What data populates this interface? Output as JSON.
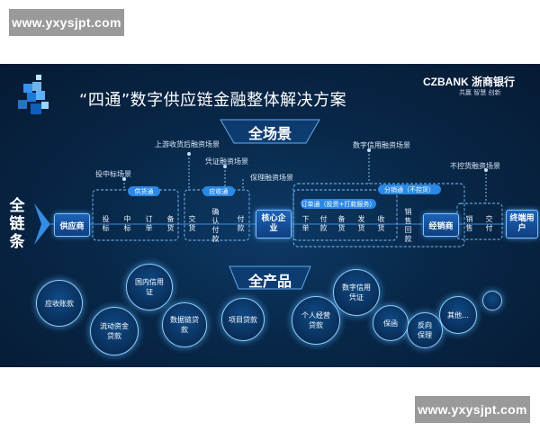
{
  "watermark": {
    "top": "www.yxysjpt.com",
    "bottom": "www.yxysjpt.com"
  },
  "slide": {
    "title": "“四通”数字供应链金融整体解决方案",
    "brand": {
      "name": "CZBANK 浙商银行",
      "slogan": "共赢  智慧  创新"
    },
    "all_scenes": "全场景",
    "all_products": "全产品",
    "full_chain": [
      "全",
      "链",
      "条"
    ],
    "scene_labels": {
      "upstream": "上游收货后融资场景",
      "voucher": "凭证融资场景",
      "bidding": "投中标场景",
      "factoring": "保理融资场景",
      "digital_credit": "数字信用融资场景",
      "no_control": "不控货融资场景"
    },
    "pills": {
      "supply_pass": "供货通",
      "receivable_pass": "应收通",
      "order_pass": "订单通（投资+打款服务）",
      "distribution_pass": "分销通（不控货）"
    },
    "nodes": {
      "supplier": "供应商",
      "core": "核心企业",
      "dealer": "经销商",
      "end_user": "终端用户"
    },
    "steps": {
      "supplier_steps": [
        "投标",
        "中标",
        "订单",
        "备货"
      ],
      "mid_steps_a": [
        "交货"
      ],
      "mid_steps_b": [
        "确认付款"
      ],
      "mid_steps_c": [
        "付款"
      ],
      "core_steps_a": [
        "下单",
        "付款",
        "备货",
        "发货",
        "收货"
      ],
      "core_steps_b": [
        "销售回款"
      ],
      "dealer_steps": [
        "销售",
        "交付"
      ]
    },
    "products": [
      "应收账款",
      "国内信用证",
      "流动资金贷款",
      "数据链贷款",
      "项目贷款",
      "个人经营贷款",
      "数字信用凭证",
      "保函",
      "反向保理",
      "其他…"
    ],
    "colors": {
      "background": "#082849",
      "node": "#1d63b8",
      "pill": "#2a88e6",
      "line": "#7fc3ff"
    }
  }
}
